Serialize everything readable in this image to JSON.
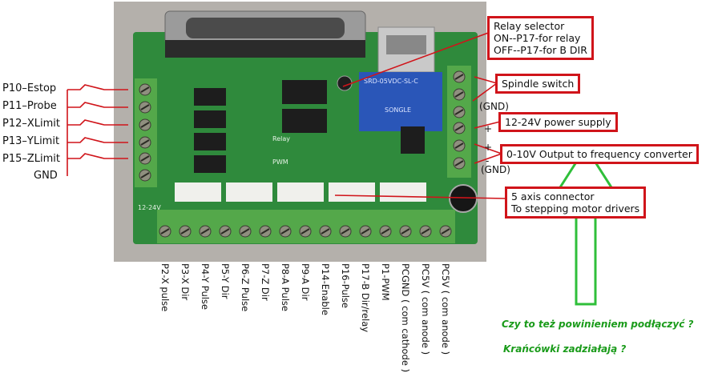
{
  "left_labels": [
    "P10–Estop",
    "P11–Probe",
    "P12–XLimit",
    "P13–YLimit",
    "P15–ZLimit",
    "GND"
  ],
  "callouts": {
    "relay": [
      "Relay selector",
      "ON--P17-for relay",
      "OFF--P17-for B DIR"
    ],
    "spindle": "Spindle switch",
    "power": "12-24V power supply",
    "output": "0-10V Output to frequency converter",
    "connector": [
      "5 axis connector",
      "To stepping motor drivers"
    ]
  },
  "gnd_notes": [
    "(GND)",
    "+",
    "+",
    "-",
    "(GND)"
  ],
  "bottom_labels": [
    "P2-X pulse",
    "P3-X Dir",
    "P4-Y Pulse",
    "P5-Y Dir",
    "P6-Z Pulse",
    "P7-Z Dir",
    "P8-A Pulse",
    "P9-A Dir",
    "P14-Enable",
    "P16-Pulse",
    "P17-B Dir/relay",
    "P1-PWM",
    "PCGND ( com cathode )",
    "PC5V ( com anode )",
    "PC5V ( com anode )"
  ],
  "questions": [
    "Czy to też powinieniem podłączyć ?",
    "Krańcówki zadziałają ?"
  ],
  "board_text": {
    "relay_model": "SRD-05VDC-SL-C",
    "brand": "SONGLE",
    "relay_word": "Relay",
    "pwm_word": "PWM",
    "voltage_mark": "12-24V"
  },
  "colors": {
    "board": "#2f8a3c",
    "terminal": "#54a84a",
    "callout_border": "#d0141a",
    "arrow": "#2fbf3a",
    "question": "#1a9b1a"
  }
}
